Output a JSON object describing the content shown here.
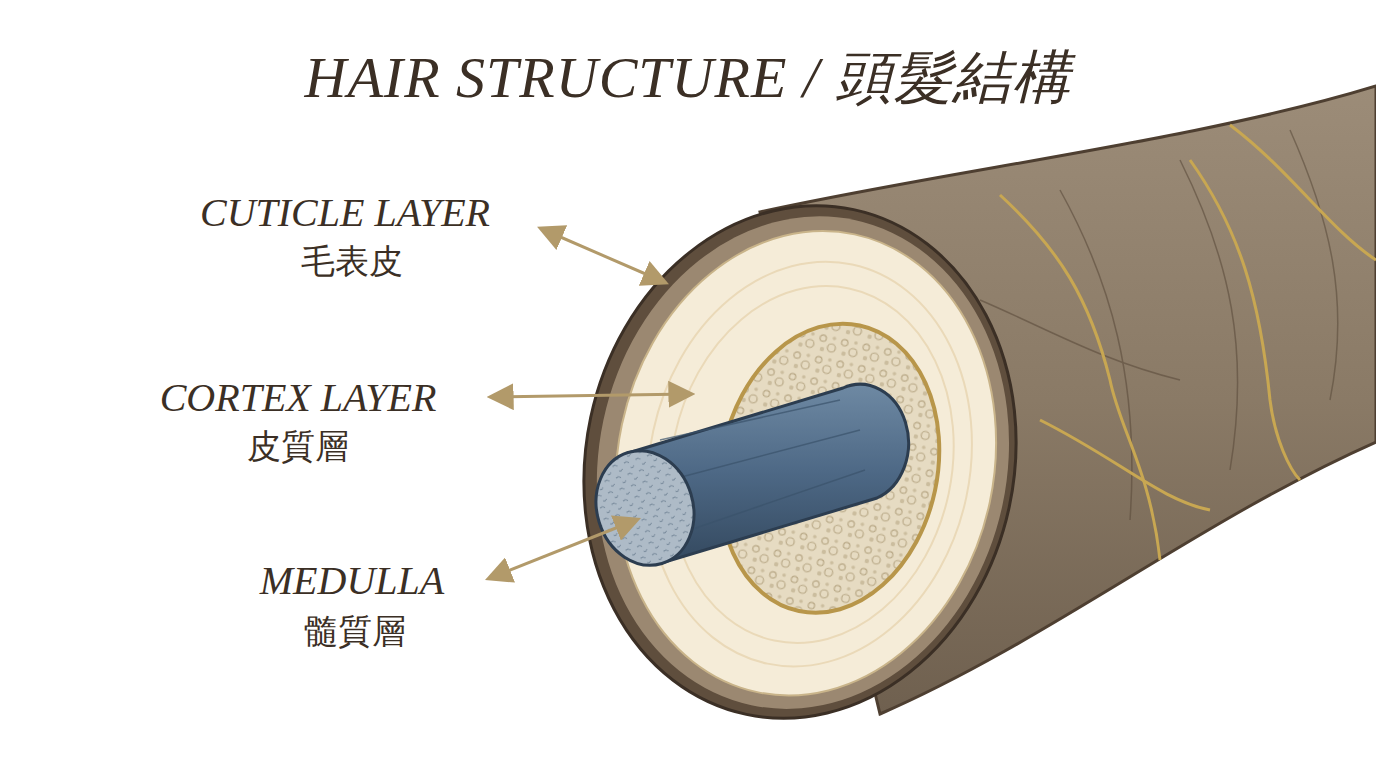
{
  "diagram": {
    "title": "HAIR STRUCTURE / 頭髮結構",
    "labels": [
      "CUTICLE LAYER",
      "毛表皮",
      "CORTEX LAYER",
      "皮質層",
      "MEDULLA",
      "髓質層"
    ]
  }
}
